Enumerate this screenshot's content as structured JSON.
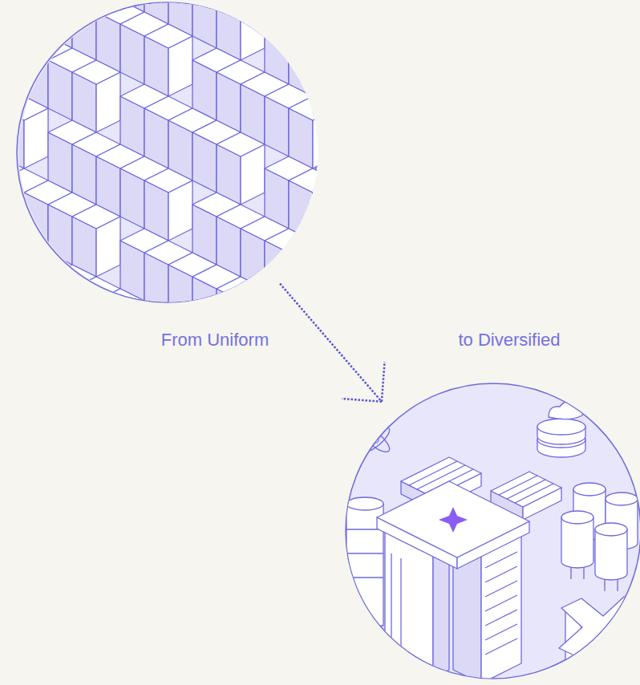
{
  "diagram": {
    "nodes": [
      {
        "text": [
          "From Uniform"
        ]
      },
      {
        "text": [
          "to Diversified"
        ]
      }
    ],
    "edges": [
      {
        "from": 0,
        "to": 1,
        "arrow": "to"
      }
    ]
  }
}
